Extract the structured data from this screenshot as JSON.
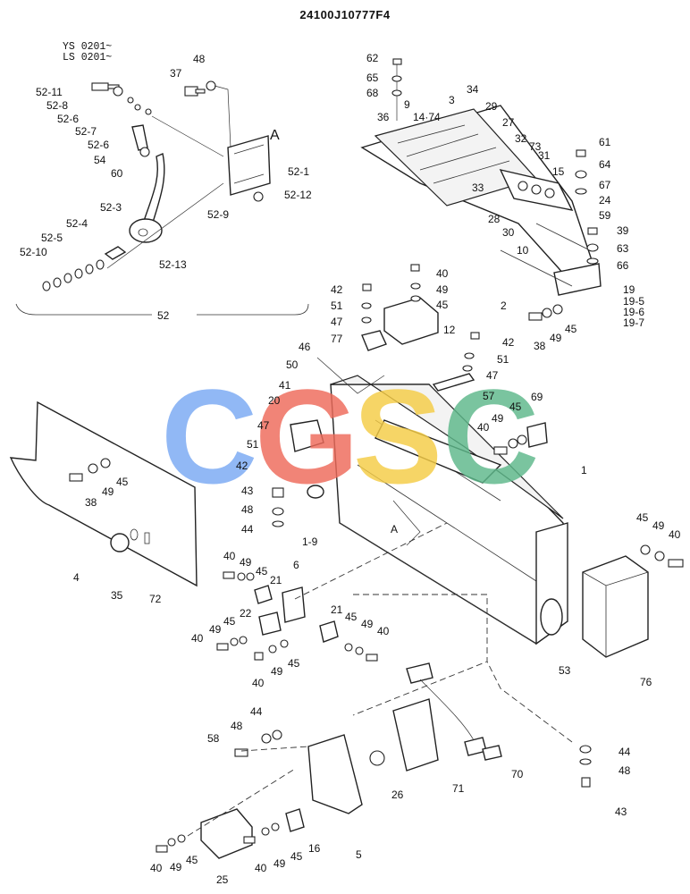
{
  "header": {
    "part_number": "24100J10777F4"
  },
  "serial_note": [
    "YS 0201~",
    "LS 0201~"
  ],
  "group_label": "52",
  "detail_marker": "A",
  "watermark": {
    "letters": [
      "C",
      "G",
      "S",
      "C"
    ],
    "colors": [
      "#7aa9f3",
      "#ee6a5a",
      "#f5cc45",
      "#5db88a"
    ]
  },
  "callouts": [
    "52-11",
    "52-8",
    "52-6",
    "52-7",
    "52-6",
    "37",
    "48",
    "54",
    "60",
    "52-1",
    "52-12",
    "52-9",
    "52-3",
    "52-4",
    "52-5",
    "52-10",
    "52-13",
    "62",
    "65",
    "68",
    "3",
    "34",
    "29",
    "9",
    "14·74",
    "36",
    "27",
    "32",
    "73",
    "31",
    "15",
    "33",
    "28",
    "30",
    "10",
    "24",
    "59",
    "61",
    "64",
    "67",
    "39",
    "63",
    "66",
    "19",
    "19-5",
    "19-6",
    "19-7",
    "2",
    "38",
    "49",
    "45",
    "40",
    "49",
    "45",
    "42",
    "51",
    "47",
    "12",
    "77",
    "46",
    "50",
    "41",
    "20",
    "47",
    "51",
    "42",
    "42",
    "51",
    "47",
    "57",
    "49",
    "45",
    "40",
    "69",
    "1",
    "43",
    "48",
    "44",
    "1-9",
    "A",
    "38",
    "49",
    "45",
    "4",
    "35",
    "72",
    "40",
    "49",
    "45",
    "21",
    "6",
    "22",
    "45",
    "49",
    "40",
    "40",
    "49",
    "45",
    "21",
    "45",
    "49",
    "40",
    "53",
    "45",
    "49",
    "40",
    "76",
    "44",
    "48",
    "58",
    "26",
    "71",
    "70",
    "44",
    "48",
    "43",
    "25",
    "40",
    "49",
    "45",
    "40",
    "49",
    "45",
    "16",
    "5"
  ]
}
